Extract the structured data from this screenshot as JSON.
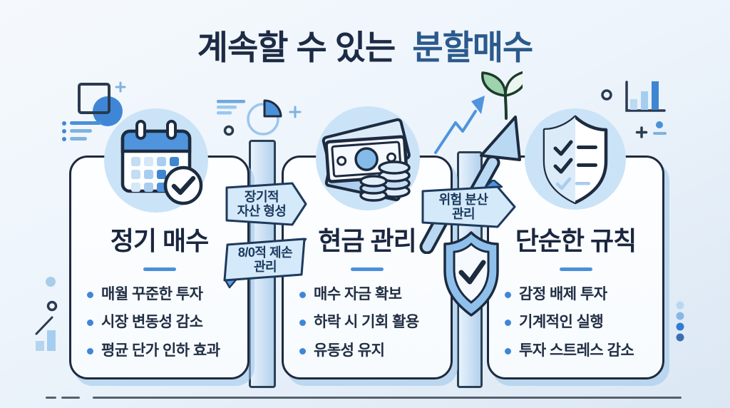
{
  "title": {
    "prefix": "계속할 수 있는",
    "highlight": "분할매수"
  },
  "cards": [
    {
      "title": "정기 매수",
      "icon": "calendar-check-icon",
      "bullets": [
        "매월 꾸준한 투자",
        "시장 변동성 감소",
        "평균 단가 인하 효과"
      ]
    },
    {
      "title": "현금 관리",
      "icon": "banknote-coins-icon",
      "bullets": [
        "매수 자금 확보",
        "하락 시 기회 활용",
        "유동성 유지"
      ]
    },
    {
      "title": "단순한 규칙",
      "icon": "shield-checklist-icon",
      "bullets": [
        "감정 배제 투자",
        "기계적인 실행",
        "투자 스트레스 감소"
      ]
    }
  ],
  "ribbons": [
    {
      "line1": "장기적",
      "line2": "자산 형성"
    },
    {
      "line1": "8/0적 제손",
      "line2": "관리"
    },
    {
      "line1": "위험 분산",
      "line2": "관리"
    }
  ],
  "colors": {
    "accent_blue": "#3f87d6",
    "navy_outline": "#1e2a3e",
    "title_navy": "#1d2b45",
    "title_highlight": "#2b5a8c",
    "card_bg": "#fbfdff",
    "ribbon_fill": "#cde4f8",
    "card_shadow": "#9ac4ea",
    "leaf_green": "#9ed3ad"
  }
}
